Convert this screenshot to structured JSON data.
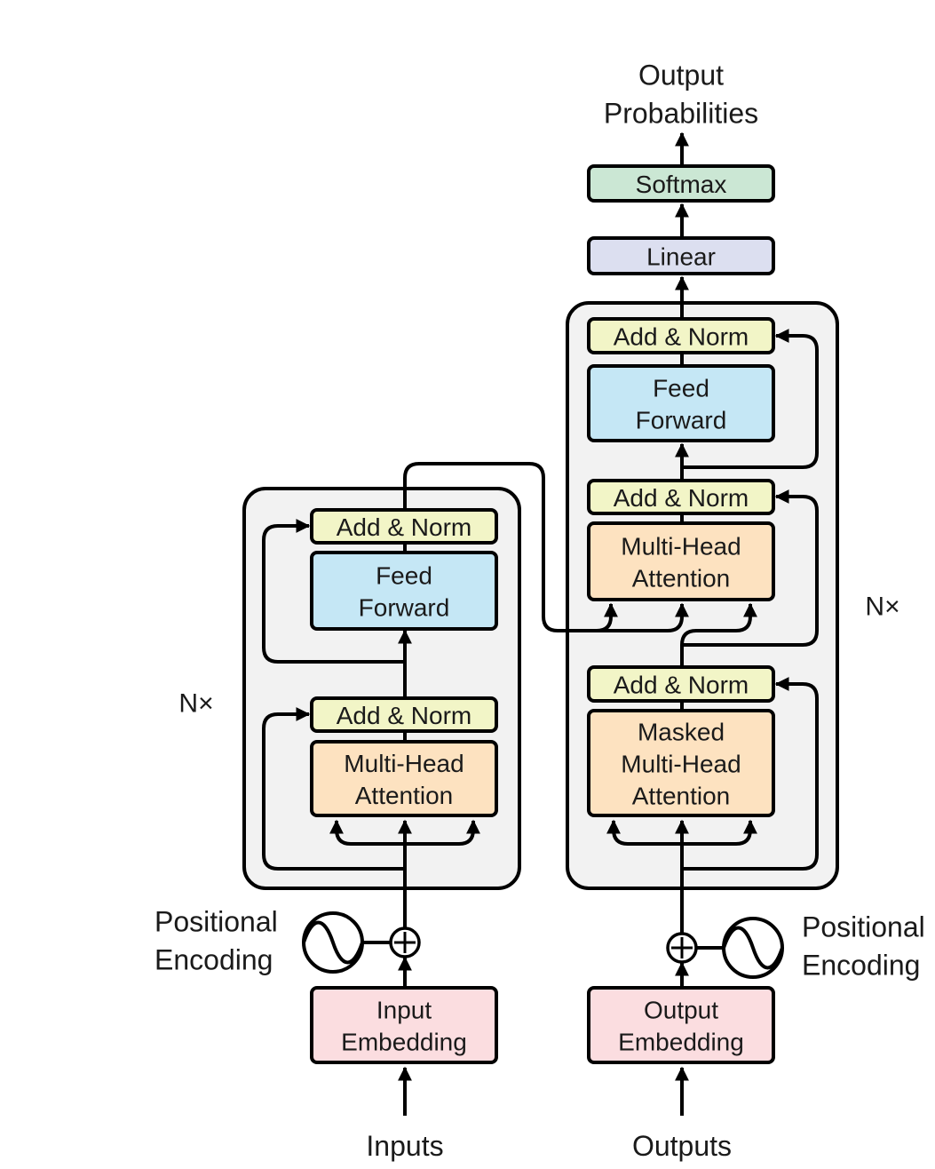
{
  "colors": {
    "add_norm": "#f2f5c7",
    "feed_forward": "#c5e7f5",
    "attention": "#fde2c0",
    "embedding": "#fbdde0",
    "linear": "#dcdff0",
    "softmax": "#cbe7d4",
    "panel": "#f2f2f2"
  },
  "labels": {
    "output_probabilities": [
      "Output",
      "Probabilities"
    ],
    "inputs": "Inputs",
    "outputs": "Outputs",
    "encoder_nx": "N×",
    "decoder_nx": "N×",
    "pos_enc_left": [
      "Positional",
      "Encoding"
    ],
    "pos_enc_right": [
      "Positional",
      "Encoding"
    ]
  },
  "encoder": {
    "add_norm_top": [
      "Add & Norm"
    ],
    "feed_forward": [
      "Feed",
      "Forward"
    ],
    "add_norm_bottom": [
      "Add & Norm"
    ],
    "attention": [
      "Multi-Head",
      "Attention"
    ],
    "embedding": [
      "Input",
      "Embedding"
    ]
  },
  "decoder": {
    "softmax": [
      "Softmax"
    ],
    "linear": [
      "Linear"
    ],
    "add_norm_top": [
      "Add & Norm"
    ],
    "feed_forward": [
      "Feed",
      "Forward"
    ],
    "add_norm_mid": [
      "Add & Norm"
    ],
    "cross_attention": [
      "Multi-Head",
      "Attention"
    ],
    "add_norm_bottom": [
      "Add & Norm"
    ],
    "masked_attention": [
      "Masked",
      "Multi-Head",
      "Attention"
    ],
    "embedding": [
      "Output",
      "Embedding"
    ]
  }
}
